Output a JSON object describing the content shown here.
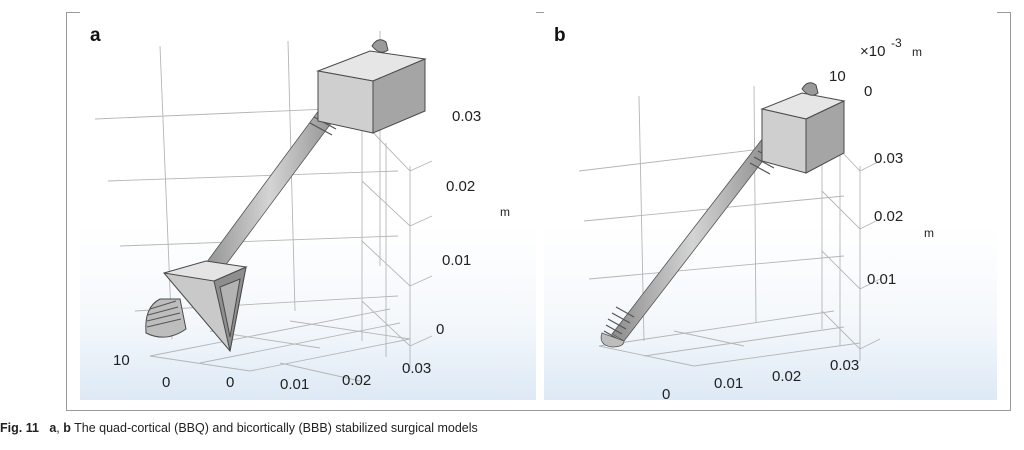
{
  "figure": {
    "panels": [
      {
        "label": "a",
        "z_ticks": [
          "0.03",
          "0.02",
          "0.01",
          "0"
        ],
        "z_unit": "m",
        "x_ticks": [
          "0",
          "0.01",
          "0.02",
          "0.03"
        ],
        "y_ticks": [
          "10",
          "0"
        ]
      },
      {
        "label": "b",
        "z_ticks": [
          "0",
          "0.03",
          "0.02",
          "0.01"
        ],
        "z_unit": "m",
        "x_ticks": [
          "0",
          "0.01",
          "0.02",
          "0.03"
        ],
        "y_ticks": [
          "10"
        ],
        "scale_base": "×10",
        "scale_exp": "-3",
        "scale_unit": "m"
      }
    ],
    "caption": {
      "fig_label": "Fig. 11",
      "panel_a": "a",
      "sep": ", ",
      "panel_b": "b",
      "text": " The quad-cortical (BBQ) and bicortically (BBB) stabilized surgical models"
    }
  },
  "colors": {
    "model_light": "#dcdcdc",
    "model_mid": "#a9a9a9",
    "model_dark": "#6e6e6e",
    "grid": "#b5b5b5",
    "background_bottom": "#dde9f5"
  }
}
